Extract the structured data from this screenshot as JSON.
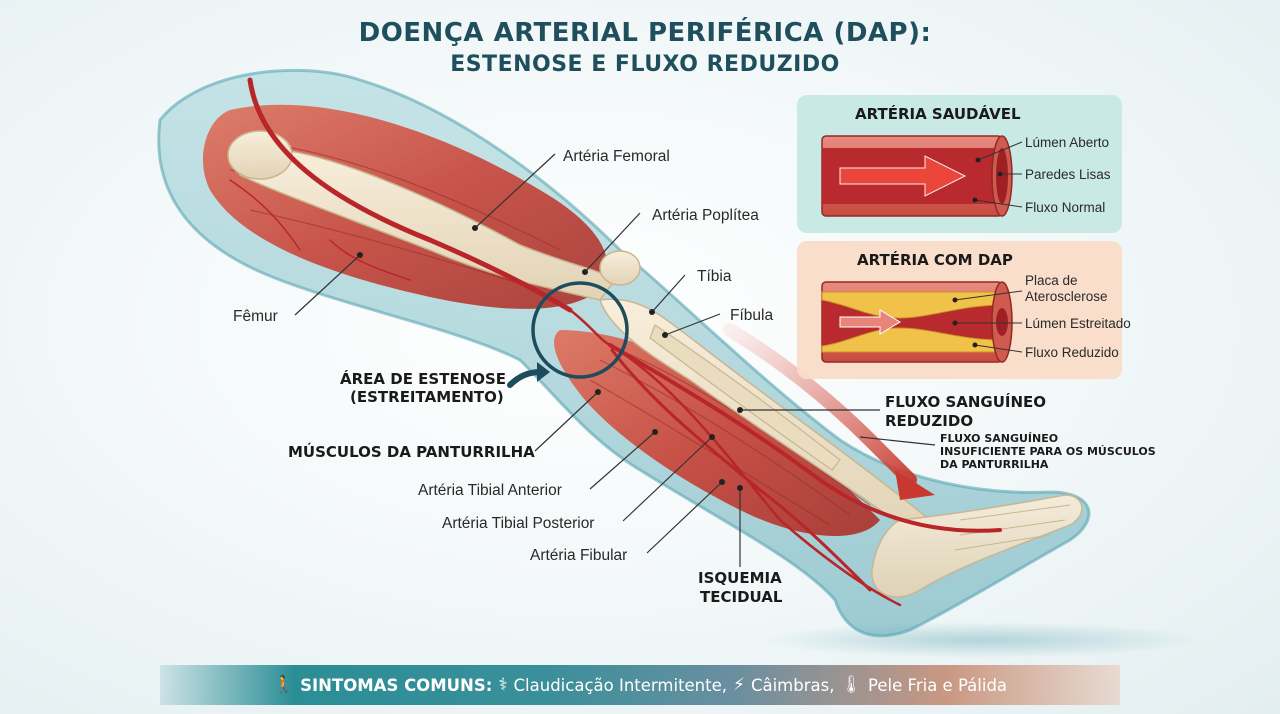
{
  "title": {
    "line1": "DOENÇA ARTERIAL PERIFÉRICA (DAP):",
    "line2": "ESTENOSE E FLUXO REDUZIDO"
  },
  "labels": {
    "femoral": "Artéria Femoral",
    "poplitea": "Artéria Poplítea",
    "tibia": "Tíbia",
    "fibula": "Fíbula",
    "femur": "Fêmur",
    "estenose_1": "ÁREA DE ESTENOSE",
    "estenose_2": "(ESTREITAMENTO)",
    "musculos": "MÚSCULOS DA PANTURRILHA",
    "tibial_anterior": "Artéria Tibial Anterior",
    "tibial_posterior": "Artéria Tibial Posterior",
    "fibular": "Artéria Fibular",
    "isquemia_1": "ISQUEMIA",
    "isquemia_2": "TECIDUAL",
    "fluxo_1": "FLUXO SANGUÍNEO",
    "fluxo_2": "REDUZIDO",
    "insuf_1": "FLUXO SANGUÍNEO",
    "insuf_2": "INSUFICIENTE PARA OS MÚSCULOS",
    "insuf_3": "DA PANTURRILHA"
  },
  "panel_healthy": {
    "title": "ARTÉRIA SAUDÁVEL",
    "l1": "Lúmen Aberto",
    "l2": "Paredes Lisas",
    "l3": "Fluxo Normal"
  },
  "panel_dap": {
    "title": "ARTÉRIA COM DAP",
    "l1a": "Placa de",
    "l1b": "Aterosclerose",
    "l2": "Lúmen Estreitado",
    "l3": "Fluxo Reduzido"
  },
  "footer": {
    "heading": "SINTOMAS COMUNS:",
    "s1": "Claudicação Intermitente,",
    "s2": "Câimbras,",
    "s3": "Pele Fria e Pálida"
  },
  "icons": {
    "footer_person": "person-walking-icon",
    "footer_s1": "leg-pain-icon",
    "footer_s2": "lightning-icon",
    "footer_s3": "thermometer-icon"
  },
  "colors": {
    "title": "#1f4f5c",
    "muscle": "#c9493a",
    "healthy_panel": "#bfe6e3",
    "dap_panel": "#f8dcc6",
    "plaque": "#f0c24a"
  }
}
